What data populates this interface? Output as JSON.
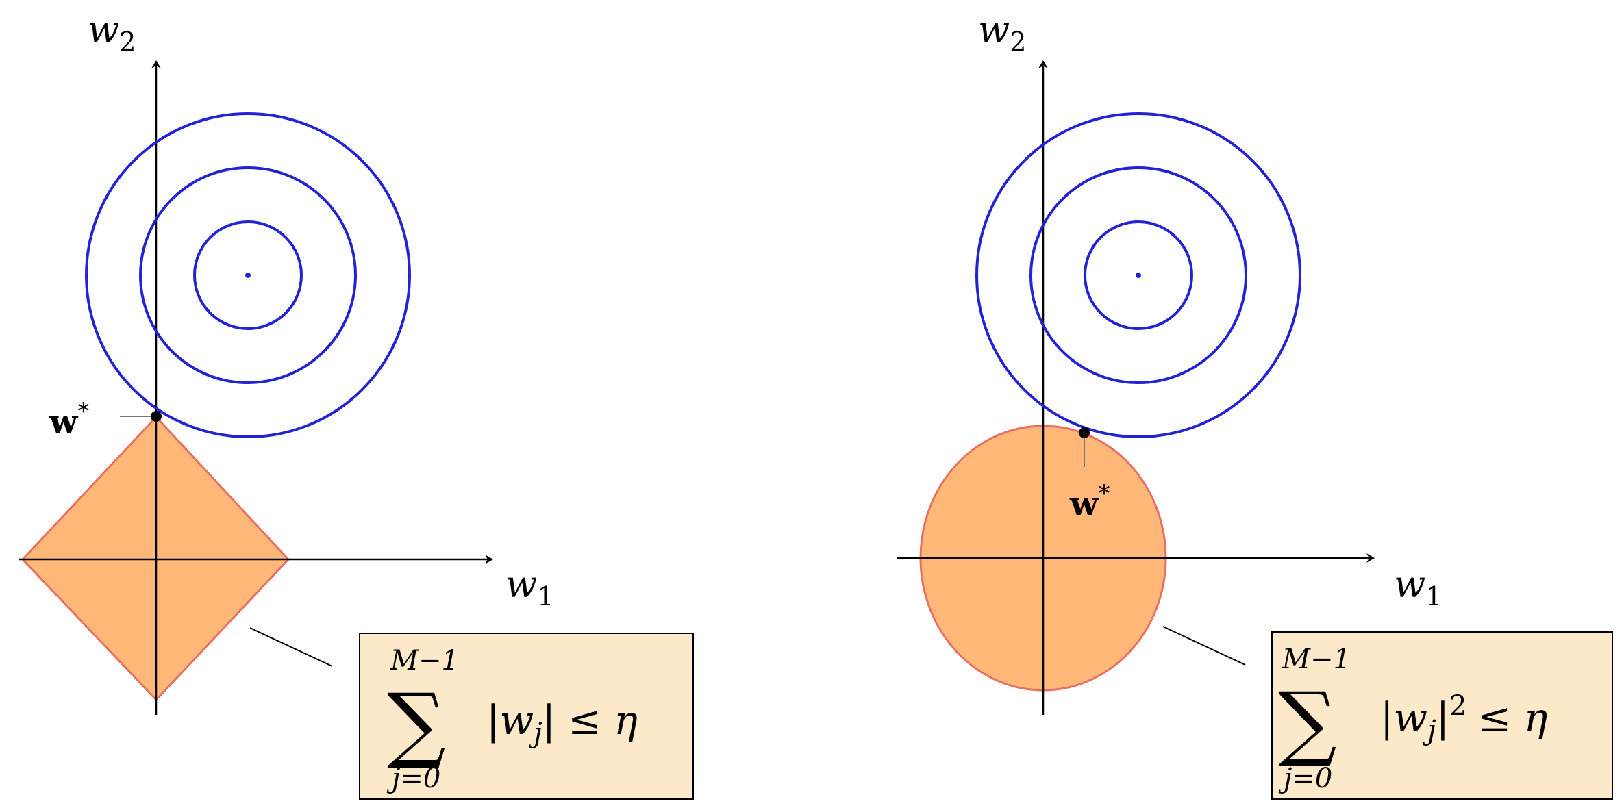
{
  "colors": {
    "contour": "#2323d6",
    "region_fill": "#ffb878",
    "region_stroke": "#e87060",
    "box_fill": "#fbe9c9",
    "box_stroke": "#000000"
  },
  "left_panel": {
    "y_axis_label": {
      "var": "w",
      "sub": "2"
    },
    "x_axis_label": {
      "var": "w",
      "sub": "1"
    },
    "solution_label": {
      "bold": "w",
      "sup": "*"
    },
    "constraint": {
      "sum_upper": "M−1",
      "sum_symbol": "∑",
      "sum_lower": "j=0",
      "term_open": "|w",
      "term_sub": "j",
      "term_close": "|",
      "power": "",
      "relation": "≤ η"
    }
  },
  "right_panel": {
    "y_axis_label": {
      "var": "w",
      "sub": "2"
    },
    "x_axis_label": {
      "var": "w",
      "sub": "1"
    },
    "solution_label": {
      "bold": "w",
      "sup": "*"
    },
    "constraint": {
      "sum_upper": "M−1",
      "sum_symbol": "∑",
      "sum_lower": "j=0",
      "term_open": "|w",
      "term_sub": "j",
      "term_close": "|",
      "power": "2",
      "relation": "≤ η"
    }
  }
}
